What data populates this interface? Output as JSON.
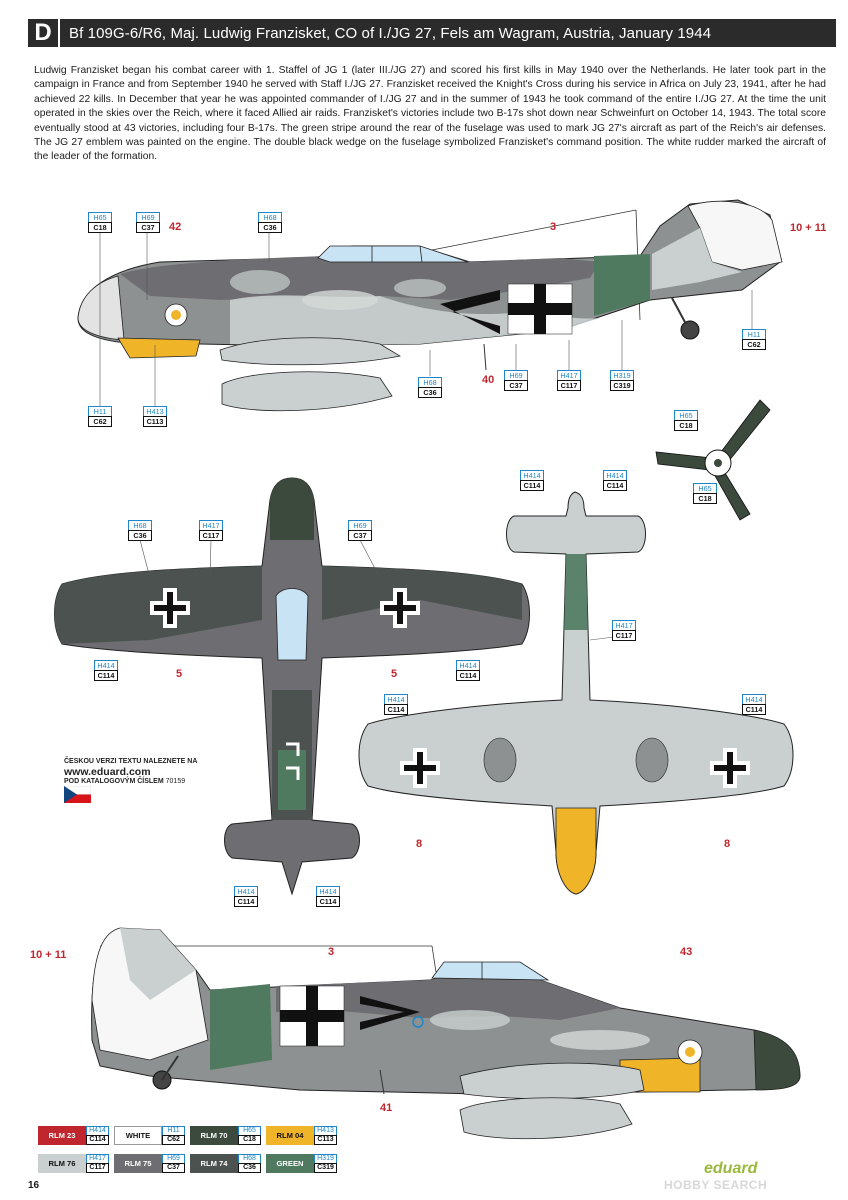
{
  "header": {
    "letter": "D",
    "title": "Bf 109G-6/R6, Maj. Ludwig Franzisket, CO of I./JG 27, Fels am Wagram, Austria, January 1944"
  },
  "intro": "Ludwig Franzisket began his combat career with 1. Staffel of JG 1 (later III./JG 27) and scored his first kills in May 1940 over the Netherlands. He later took part in the campaign in France and from September 1940 he served with Staff I./JG 27. Franzisket received the Knight's Cross during his service in Africa on July 23, 1941, after he had achieved 22 kills. In December that year he was appointed commander of I./JG 27 and in the summer of 1943 he took command of the entire I./JG 27. At the time the unit operated in the skies over the Reich, where it faced Allied air raids. Franzisket's victories include two B-17s shot down near Schweinfurt on October 14, 1943. The total score eventually stood at 43 victories, including four B-17s. The green stripe around the rear of the fuselage was used to mark JG 27's aircraft as part of the Reich's air defenses. The JG 27 emblem was painted on the engine. The double black wedge on the fuselage symbolized Franzisket's command position. The white rudder marked the aircraft of the leader of the formation.",
  "callouts": [
    {
      "h": "H65",
      "c": "C18"
    },
    {
      "h": "H69",
      "c": "C37"
    },
    {
      "h": "H68",
      "c": "C36"
    },
    {
      "h": "H11",
      "c": "C62"
    },
    {
      "h": "H11",
      "c": "C62"
    },
    {
      "h": "H413",
      "c": "C113"
    },
    {
      "h": "H68",
      "c": "C36"
    },
    {
      "h": "H69",
      "c": "C37"
    },
    {
      "h": "H417",
      "c": "C117"
    },
    {
      "h": "H319",
      "c": "C319"
    },
    {
      "h": "H65",
      "c": "C18"
    },
    {
      "h": "H65",
      "c": "C18"
    },
    {
      "h": "H68",
      "c": "C36"
    },
    {
      "h": "H417",
      "c": "C117"
    },
    {
      "h": "H69",
      "c": "C37"
    },
    {
      "h": "H414",
      "c": "C114"
    },
    {
      "h": "H414",
      "c": "C114"
    },
    {
      "h": "H414",
      "c": "C114"
    },
    {
      "h": "H414",
      "c": "C114"
    },
    {
      "h": "H414",
      "c": "C114"
    },
    {
      "h": "H414",
      "c": "C114"
    },
    {
      "h": "H414",
      "c": "C114"
    },
    {
      "h": "H414",
      "c": "C114"
    },
    {
      "h": "H417",
      "c": "C117"
    }
  ],
  "numbers": [
    "42",
    "3",
    "10 + 11",
    "40",
    "5",
    "5",
    "8",
    "8",
    "10 + 11",
    "3",
    "43",
    "41"
  ],
  "czech": {
    "line1": "ČESKOU VERZI TEXTU NALEZNETE NA",
    "url": "www.eduard.com",
    "line3": "POD KATALOGOVÝM ČÍSLEM",
    "catalog": "70159"
  },
  "legend": [
    {
      "name": "RLM 23",
      "h": "H414",
      "c": "C114",
      "color": "#c0262d",
      "text_color": "#ffffff"
    },
    {
      "name": "WHITE",
      "h": "H11",
      "c": "C62",
      "color": "#ffffff",
      "text_color": "#111111"
    },
    {
      "name": "RLM 70",
      "h": "H65",
      "c": "C18",
      "color": "#3c4a3e",
      "text_color": "#ffffff"
    },
    {
      "name": "RLM 04",
      "h": "H413",
      "c": "C113",
      "color": "#f0b429",
      "text_color": "#111111"
    },
    {
      "name": "RLM 76",
      "h": "H417",
      "c": "C117",
      "color": "#c9d0cf",
      "text_color": "#111111"
    },
    {
      "name": "RLM 75",
      "h": "H69",
      "c": "C37",
      "color": "#6e6e72",
      "text_color": "#ffffff"
    },
    {
      "name": "RLM 74",
      "h": "H68",
      "c": "C36",
      "color": "#4b524f",
      "text_color": "#ffffff"
    },
    {
      "name": "GREEN",
      "h": "H319",
      "c": "C319",
      "color": "#4f7a5f",
      "text_color": "#ffffff"
    }
  ],
  "page_number": "16",
  "brand": "eduard",
  "watermark": "HOBBY SEARCH",
  "colors": {
    "rlm76": "#c9d0cf",
    "rlm75": "#6e6e72",
    "rlm74": "#4b524f",
    "rlm04": "#f0b429",
    "green": "#4f7a5f",
    "red": "#c0262d",
    "blue": "#1f86c9"
  }
}
